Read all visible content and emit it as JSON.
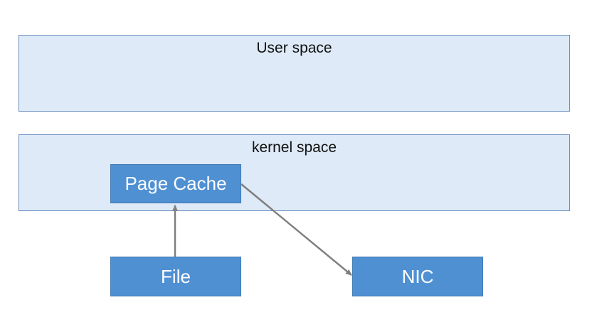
{
  "diagram": {
    "regions": {
      "user_space": "User space",
      "kernel_space": "kernel space"
    },
    "nodes": {
      "page_cache": "Page Cache",
      "file": "File",
      "nic": "NIC"
    },
    "edges": [
      {
        "from": "File",
        "to": "Page Cache"
      },
      {
        "from": "Page Cache",
        "to": "NIC"
      }
    ],
    "colors": {
      "region_fill": "#deeaf7",
      "region_border": "#6a8fc0",
      "node_fill": "#4f90d3",
      "node_text": "#ffffff",
      "arrow": "#7f7f7f"
    }
  }
}
